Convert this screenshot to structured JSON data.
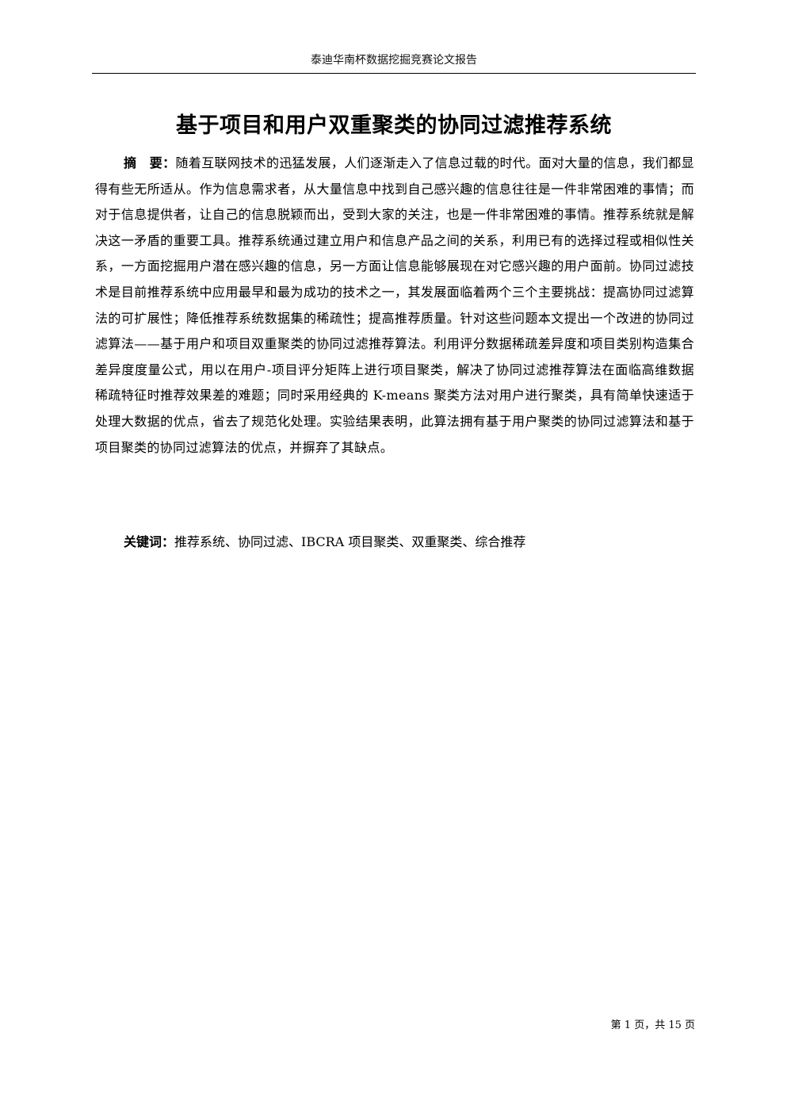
{
  "header": {
    "running_title": "泰迪华南杯数据挖掘竞赛论文报告"
  },
  "paper": {
    "title": "基于项目和用户双重聚类的协同过滤推荐系统",
    "abstract_label": "摘　要：",
    "abstract_text": "随着互联网技术的迅猛发展，人们逐渐走入了信息过载的时代。面对大量的信息，我们都显得有些无所适从。作为信息需求者，从大量信息中找到自己感兴趣的信息往往是一件非常困难的事情；而对于信息提供者，让自己的信息脱颖而出，受到大家的关注，也是一件非常困难的事情。推荐系统就是解决这一矛盾的重要工具。推荐系统通过建立用户和信息产品之间的关系，利用已有的选择过程或相似性关系，一方面挖掘用户潜在感兴趣的信息，另一方面让信息能够展现在对它感兴趣的用户面前。协同过滤技术是目前推荐系统中应用最早和最为成功的技术之一，其发展面临着两个三个主要挑战：提高协同过滤算法的可扩展性；降低推荐系统数据集的稀疏性；提高推荐质量。针对这些问题本文提出一个改进的协同过滤算法——基于用户和项目双重聚类的协同过滤推荐算法。利用评分数据稀疏差异度和项目类别构造集合差异度度量公式，用以在用户-项目评分矩阵上进行项目聚类，解决了协同过滤推荐算法在面临高维数据稀疏特征时推荐效果差的难题；同时采用经典的 K-means 聚类方法对用户进行聚类，具有简单快速适于处理大数据的优点，省去了规范化处理。实验结果表明，此算法拥有基于用户聚类的协同过滤算法和基于项目聚类的协同过滤算法的优点，并摒弃了其缺点。",
    "keywords_label": "关键词：",
    "keywords_text": "推荐系统、协同过滤、IBCRA 项目聚类、双重聚类、综合推荐"
  },
  "footer": {
    "page_info": "第 1 页，共 15 页"
  }
}
